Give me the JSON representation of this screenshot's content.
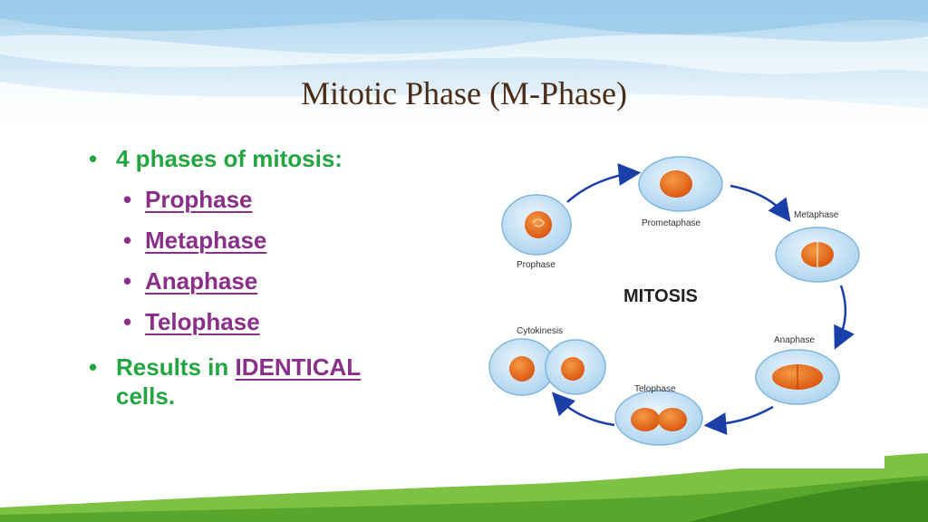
{
  "slide": {
    "title": "Mitotic Phase (M-Phase)",
    "bullets": {
      "main": "4 phases of mitosis:",
      "phases": [
        "Prophase",
        "Metaphase",
        "Anaphase",
        "Telophase"
      ],
      "result_prefix": "Results in ",
      "result_emphasis": "IDENTICAL",
      "result_suffix": "cells."
    }
  },
  "diagram": {
    "center_label": "MITOSIS",
    "stage_labels": {
      "prophase": "Prophase",
      "prometaphase": "Prometaphase",
      "metaphase": "Metaphase",
      "anaphase": "Anaphase",
      "telophase": "Telophase",
      "cytokinesis": "Cytokinesis"
    }
  },
  "colors": {
    "title": "#4a2c17",
    "bullet_green": "#22a640",
    "term_purple": "#8a2e8a",
    "arrow_blue": "#1a3fa8",
    "cell_fill": "#cfe6f7",
    "nucleus_orange": "#e8681c"
  }
}
